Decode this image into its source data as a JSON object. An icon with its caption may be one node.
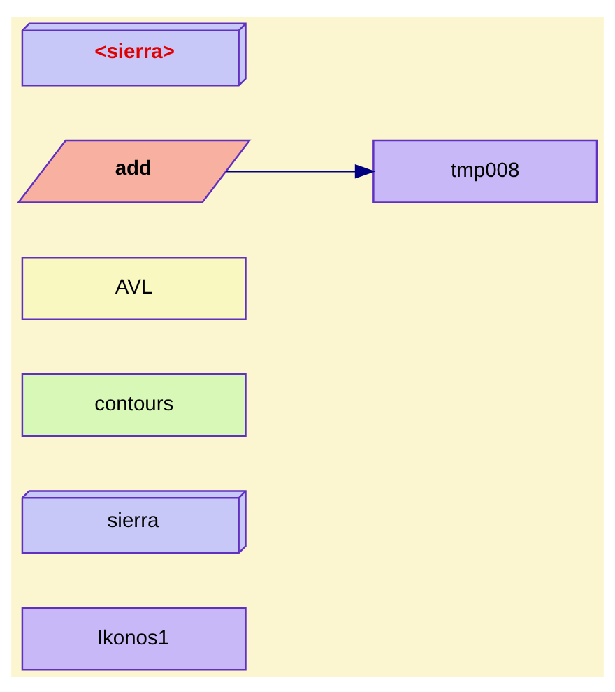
{
  "diagram": {
    "nodes": [
      {
        "text": [
          "Ikonos1"
        ]
      },
      {
        "text": [
          "sierra"
        ]
      },
      {
        "text": [
          "contours"
        ]
      },
      {
        "text": [
          "AVL"
        ]
      },
      {
        "text": [
          "add"
        ]
      },
      {
        "text": [
          "tmp008"
        ]
      },
      {
        "text": [
          "<sierra>"
        ]
      }
    ],
    "edges": [
      {
        "from": 4,
        "to": 5,
        "arrow": "to"
      }
    ]
  }
}
